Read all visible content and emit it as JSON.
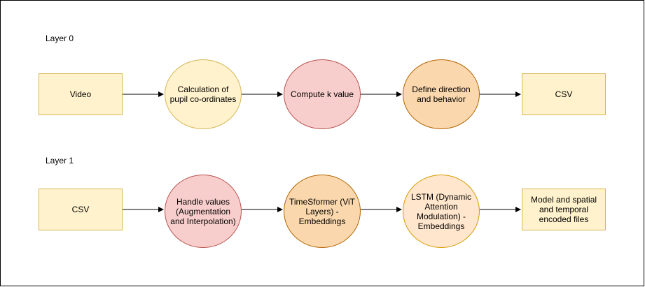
{
  "layers": [
    {
      "label": "Layer 0",
      "nodes": [
        {
          "text": "Video",
          "shape": "rect",
          "fill": "#fff2cc",
          "stroke": "#d6b656"
        },
        {
          "text": "Calculation of pupil co-ordinates",
          "shape": "circle",
          "fill": "#fff2cc",
          "stroke": "#d6b656"
        },
        {
          "text": "Compute k value",
          "shape": "circle",
          "fill": "#f8cecc",
          "stroke": "#b85450"
        },
        {
          "text": "Define direction and behavior",
          "shape": "circle",
          "fill": "#fad7ac",
          "stroke": "#b46504"
        },
        {
          "text": "CSV",
          "shape": "rect",
          "fill": "#fff2cc",
          "stroke": "#d6b656"
        }
      ]
    },
    {
      "label": "Layer 1",
      "nodes": [
        {
          "text": "CSV",
          "shape": "rect",
          "fill": "#fff2cc",
          "stroke": "#d6b656"
        },
        {
          "text": "Handle values (Augmentation and Interpolation)",
          "shape": "circle",
          "fill": "#f8cecc",
          "stroke": "#b85450"
        },
        {
          "text": "TimeSformer (ViT Layers) - Embeddings",
          "shape": "circle",
          "fill": "#fad7ac",
          "stroke": "#b46504"
        },
        {
          "text": "LSTM (Dynamic Attention Modulation) - Embeddings",
          "shape": "circle",
          "fill": "#ffe6cc",
          "stroke": "#d79b00"
        },
        {
          "text": "Model and spatial and temporal encoded files",
          "shape": "rect",
          "fill": "#fff2cc",
          "stroke": "#d6b656"
        }
      ]
    }
  ]
}
